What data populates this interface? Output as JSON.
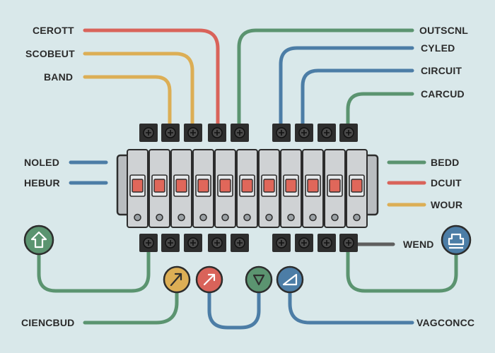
{
  "colors": {
    "background": "#d9e8ea",
    "wire_red": "#d9635a",
    "wire_yellow": "#dcae55",
    "wire_green": "#5b9470",
    "wire_blue": "#4c7da6",
    "wire_gray": "#5f5f5f",
    "terminal": "#2d2d2d",
    "breaker_body": "#cfd2d4",
    "breaker_switch": "#e0675a",
    "rail": "#b9bdc0"
  },
  "labels": {
    "top_left": [
      "CEROTT",
      "SCOBEUT",
      "BAND"
    ],
    "top_right": [
      "OUTSCNL",
      "CYLED",
      "CIRCUIT",
      "CARCUD"
    ],
    "mid_left": [
      "NOLED",
      "HEBUR"
    ],
    "mid_right": [
      "BEDD",
      "DCUIT",
      "WOUR"
    ],
    "side_right": "WEND",
    "bottom_left": "CIENCBUD",
    "bottom_right": "VAGCONCC"
  },
  "icons": [
    {
      "name": "home-up-icon",
      "color": "green"
    },
    {
      "name": "outlet-icon",
      "color": "blue"
    },
    {
      "name": "lightning-icon",
      "color": "yellow"
    },
    {
      "name": "arrow-up-right-icon",
      "color": "red"
    },
    {
      "name": "triangle-down-icon",
      "color": "green"
    },
    {
      "name": "ramp-icon",
      "color": "blue"
    }
  ],
  "breakers": {
    "count": 11
  }
}
